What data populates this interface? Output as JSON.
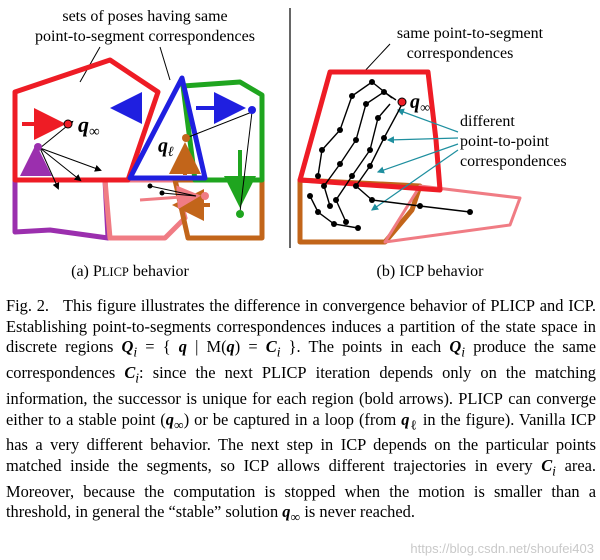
{
  "panel_a": {
    "annotation_line1": "sets of poses having same",
    "annotation_line2": "point-to-segment correspondences",
    "label_q_inf": "q",
    "label_q_inf_sub": "∞",
    "label_q_l": "q",
    "label_q_l_sub": "ℓ",
    "subcaption_prefix": "(a) P",
    "subcaption_small": "LICP",
    "subcaption_rest": " behavior"
  },
  "panel_b": {
    "annotation_same_line1": "same point-to-segment",
    "annotation_same_line2": "correspondences",
    "annotation_diff_line1": "different",
    "annotation_diff_line2": "point-to-point",
    "annotation_diff_line3": "correspondences",
    "label_q_inf": "q",
    "label_q_inf_sub": "∞",
    "subcaption": "(b) ICP behavior"
  },
  "caption": {
    "fig_label": "Fig. 2.",
    "s1": "This figure illustrates the difference in convergence behavior of",
    "p1_small": "LICP",
    "s2": " and ICP. Establishing point-to-segments correspondences induces a partition of the state space in discrete regions ",
    "m_Q": "Q",
    "m_i": "i",
    "m_eq_open": " = { ",
    "m_q": "q",
    "m_bar": " | ",
    "m_M": "M",
    "m_paren_open": "(",
    "m_paren_close": ")",
    "m_eq": " = ",
    "m_C": "C",
    "m_close": " }.",
    "s3": "The points in each ",
    "s4": " produce the same correspondences ",
    "s5": ": since the next ",
    "p2_small": "LICP",
    "s6": " iteration depends only on the matching information, the successor is unique for each region (bold arrows). ",
    "p3_small": "LICP",
    "s7": " can converge either to a stable point (",
    "s8": ") or be captured in a loop (from ",
    "s9": " in the figure). Vanilla ICP has a very different behavior. The next step in ICP depends on the particular points matched inside the segments, so ICP allows different trajectories in every ",
    "s10": " area. Moreover, because the computation is stopped when the motion is smaller than a threshold, in general the “stable” solution ",
    "s11": " is never reached.",
    "sub_inf": "∞",
    "sub_l": "ℓ"
  },
  "watermark": "https://blog.csdn.net/shoufei403",
  "colors": {
    "red": "#ee1c25",
    "blue": "#1f1fe0",
    "green": "#1fa51f",
    "purple": "#9b2fae",
    "pink": "#f07c84",
    "brown": "#c2651a",
    "teal": "#1f8f9f"
  }
}
